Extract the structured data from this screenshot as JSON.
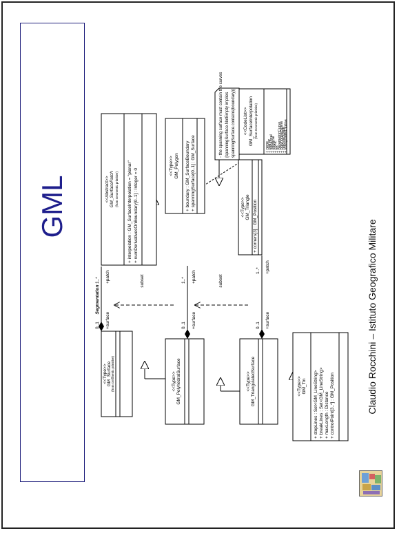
{
  "slide": {
    "title": "GML",
    "footer": "Claudio Rocchini – Istituto Geografico Militare",
    "colors": {
      "title": "#1e1e8c",
      "frame": "#222222"
    }
  },
  "diagram": {
    "classes": {
      "gm_surface": {
        "stereotype": "<<Type>>",
        "name": "GM_Surface",
        "note": "(from Geometric primitive)",
        "attrs": []
      },
      "gm_polyhedralsurface": {
        "stereotype": "<<Type>>",
        "name": "GM_PolyhedralSurface",
        "attrs": []
      },
      "gm_triangulatedsurface": {
        "stereotype": "<<Type>>",
        "name": "GM_TriangulatedSurface",
        "attrs": []
      },
      "gm_tin": {
        "stereotype": "<<Type>>",
        "name": "GM_Tin",
        "attrs": [
          "+ stopLines : Set<GM_LineString>",
          "+ breakLines : Set<GM_LineString>",
          "+ maxLength : Distance",
          "+ controlPoint[3..*] : GM_Position"
        ]
      },
      "gm_surfacepatch": {
        "stereotype": "<<Abstract>>",
        "name": "GM_SurfacePatch",
        "note": "(from Geometric primitive)",
        "attrs": [
          "+ interpolation : GM_SurfaceInterpolation = \"planar\"",
          "+ numDerivativesOnBoundary[0..1] : Integer = 0"
        ]
      },
      "gm_polygon": {
        "stereotype": "<<Type>>",
        "name": "GM_Polygon",
        "attrs": [
          "+ boundary : GM_SurfaceBoundary",
          "+ spanningSurface[0..1] : GM_Surface"
        ]
      },
      "gm_triangle": {
        "stereotype": "<<Type>>",
        "name": "GM_Triangle",
        "attrs": [
          "+ corners[3] : GM_Position"
        ]
      },
      "gm_surfaceinterpolation": {
        "stereotype": "<<CodeList>>",
        "name": "GM_SurfaceInterpolation",
        "note": "(from Geometric primitive)",
        "attrs": [
          "+ none",
          "+ planar",
          "+ spherical",
          "+ elliptical",
          "+ conic",
          "+ tin",
          "+ parametricCurve",
          "+ polynomialSpline",
          "+ rationalSpline",
          "+ triangulatedSpline"
        ]
      }
    },
    "constraint_note": [
      "- the spanning surface must contain the curves",
      "{spanningSurface.NotEmpty implies",
      "spanningSurface.contains(boundary)}"
    ],
    "labels": {
      "segmentation": "Segmentation",
      "surface_role": "+surface",
      "patch_role": "+patch",
      "mult_zero_one": "0..1",
      "mult_one_many": "1..*",
      "subset": "subset"
    }
  }
}
